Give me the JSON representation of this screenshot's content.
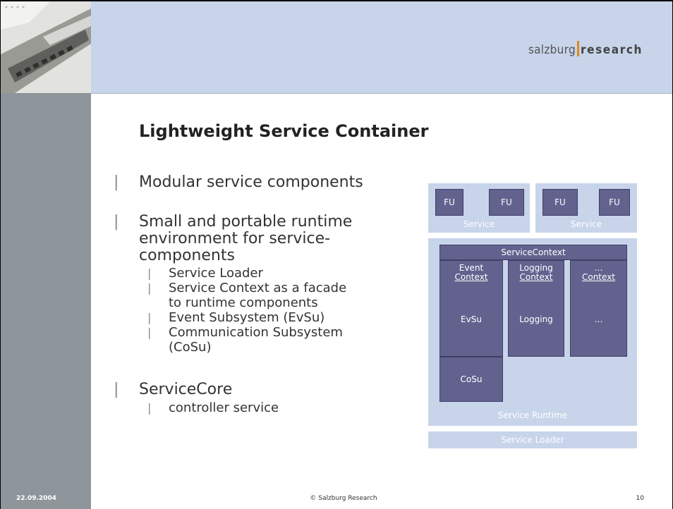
{
  "header": {
    "logo_left": "salzburg",
    "logo_right": "research"
  },
  "title": "Lightweight Service Container",
  "bullets": [
    {
      "text": "Modular service components",
      "children": []
    },
    {
      "text": "Small and portable runtime environment for service-components",
      "children": [
        "Service Loader",
        "Service Context as a facade to runtime components",
        "Event Subsystem (EvSu)",
        "Communication Subsystem (CoSu)"
      ]
    },
    {
      "text": "ServiceCore",
      "children": [
        "controller service"
      ]
    }
  ],
  "bullet_marker": "|",
  "diagram": {
    "fu": [
      "FU",
      "FU",
      "FU",
      "FU"
    ],
    "service_labels": [
      "Service",
      "Service"
    ],
    "service_context": "ServiceContext",
    "contexts": [
      {
        "top": "Event",
        "bottom": "Context"
      },
      {
        "top": "Logging",
        "bottom": "Context"
      },
      {
        "top": "…",
        "bottom": "Context"
      }
    ],
    "subsystems": [
      "EvSu",
      "Logging",
      "…"
    ],
    "cosu": "CoSu",
    "runtime": "Service Runtime",
    "loader": "Service Loader"
  },
  "footer": {
    "date": "22.09.2004",
    "copyright": "© Salzburg Research",
    "page": "10"
  },
  "colors": {
    "header_band": "#c7d4ea",
    "sidebar": "#8e969b",
    "diagram_light": "#c7d4ea",
    "diagram_dark": "#63628f",
    "logo_bar": "#e08a1c"
  }
}
